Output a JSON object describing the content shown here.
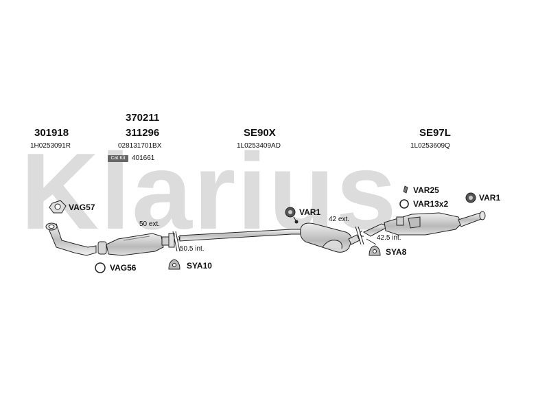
{
  "watermark": "Klarius",
  "sections": [
    {
      "part_numbers": [
        "301918"
      ],
      "oe_number": "1H0253091R"
    },
    {
      "part_numbers": [
        "370211",
        "311296"
      ],
      "oe_number": "028131701BX",
      "cat_kit": {
        "badge": "Cat Kit",
        "number": "401661"
      }
    },
    {
      "part_numbers": [
        "SE90X"
      ],
      "oe_number": "1L0253409AD"
    },
    {
      "part_numbers": [
        "SE97L"
      ],
      "oe_number": "1L0253609Q"
    }
  ],
  "fittings": {
    "vag57": "VAG57",
    "vag56": "VAG56",
    "sya10": "SYA10",
    "var1_mid": "VAR1",
    "sya8": "SYA8",
    "var25": "VAR25",
    "var13x2": "VAR13x2",
    "var1_rear": "VAR1"
  },
  "dimensions": {
    "d1": "50 ext.",
    "d2": "50.5 int.",
    "d3": "42 ext.",
    "d4": "42.5 int."
  },
  "colors": {
    "watermark": "#dcdcdc",
    "ink": "#111111",
    "part_fill": "#cfcfcf"
  }
}
